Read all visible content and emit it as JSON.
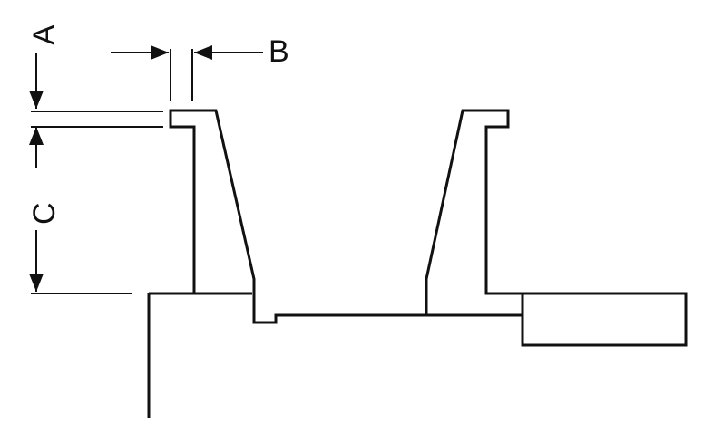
{
  "labels": {
    "a": "A",
    "b": "B",
    "c": "C"
  },
  "colors": {
    "line": "#111111",
    "background": "#ffffff"
  }
}
